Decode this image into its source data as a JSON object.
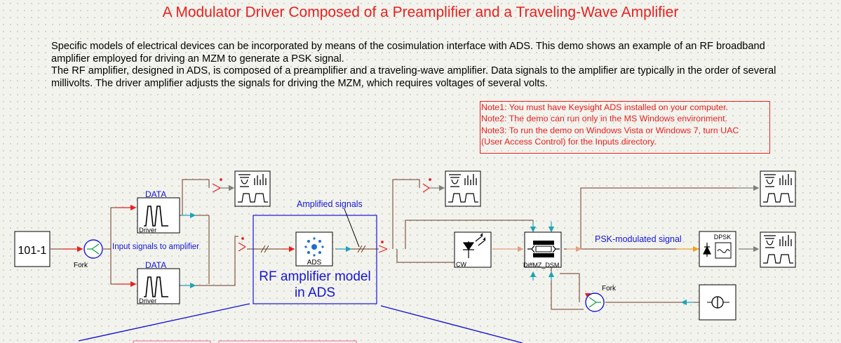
{
  "title": "A Modulator Driver Composed of a Preamplifier and a Traveling-Wave Amplifier",
  "description": [
    "Specific models of electrical devices can be incorporated by means of the cosimulation interface with ADS. This demo shows an example of an RF broadband amplifier employed for driving an MZM to generate a PSK signal.",
    "The RF amplifier, designed in ADS, is composed of a preamplifier and a traveling-wave amplifier. Data signals to the amplifier are typically in the order of several millivolts. The driver amplifier adjusts the signals for driving the MZM, which requires voltages of several volts."
  ],
  "notes": [
    "Note1: You must have Keysight ADS installed on your computer.",
    "Note2: The demo can run only in the MS Windows environment.",
    "Note3: To run the demo on Windows Vista or Windows 7, turn UAC",
    "(User Access Control) for the Inputs directory."
  ],
  "diagram": {
    "data_source_label": "101-1",
    "fork_label": "Fork",
    "input_signals_label": "Input signals to amplifier",
    "data_label": "DATA",
    "driver_label": "Driver",
    "amplified_signals_label": "Amplified signals",
    "ads_label": "ADS",
    "rf_model_line1": "RF amplifier model",
    "rf_model_line2": "in ADS",
    "cw_label": "CW",
    "mzm_label": "DiffMZ_DSM",
    "psk_label": "PSK-modulated signal",
    "dpsk_label": "DPSK",
    "fork2_label": "Fork"
  },
  "colors": {
    "title": "#e8201e",
    "accent_blue": "#1515d6",
    "wire_dark": "#6b3a1e",
    "arrow_red": "#e8201e",
    "arrow_teal": "#1fa3b5",
    "arrow_orange": "#f0a020",
    "arrow_gray": "#808080"
  }
}
